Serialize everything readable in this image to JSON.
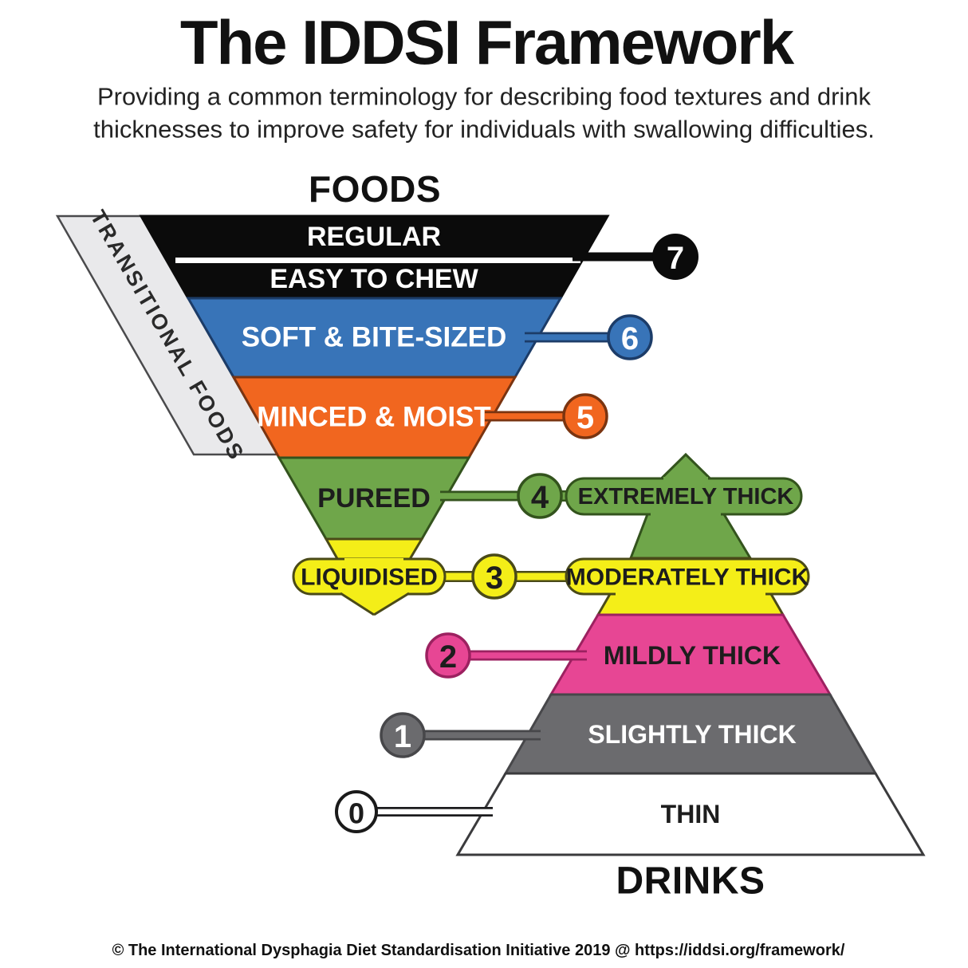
{
  "header": {
    "title": "The IDDSI Framework",
    "subtitle_line1": "Providing a common terminology for describing food textures and drink",
    "subtitle_line2": "thicknesses to improve safety for individuals with swallowing difficulties."
  },
  "foods": {
    "heading": "FOODS",
    "levels": [
      {
        "number": "7",
        "label": "REGULAR"
      },
      {
        "number": "7",
        "label": "EASY TO CHEW"
      },
      {
        "number": "6",
        "label": "SOFT & BITE-SIZED"
      },
      {
        "number": "5",
        "label": "MINCED & MOIST"
      },
      {
        "number": "4",
        "label": "PUREED"
      },
      {
        "number": "3",
        "label": "LIQUIDISED"
      }
    ]
  },
  "transitional": {
    "label": "TRANSITIONAL FOODS"
  },
  "drinks": {
    "heading": "DRINKS",
    "levels": [
      {
        "number": "4",
        "label": "EXTREMELY THICK"
      },
      {
        "number": "3",
        "label": "MODERATELY THICK"
      },
      {
        "number": "2",
        "label": "MILDLY THICK"
      },
      {
        "number": "1",
        "label": "SLIGHTLY THICK"
      },
      {
        "number": "0",
        "label": "THIN"
      }
    ]
  },
  "footer": {
    "text": "© The International Dysphagia Diet Standardisation Initiative 2019 @ https://iddsi.org/framework/"
  },
  "colors": {
    "level7_black": "#0b0b0b",
    "level6_blue": "#3874b8",
    "level5_orange": "#f1661f",
    "level4_green": "#6fa64a",
    "level3_yellow": "#f4ee18",
    "level2_pink": "#e74694",
    "level1_grey": "#6b6b6e",
    "level0_white": "#ffffff",
    "transitional_grey": "#e9e9eb",
    "outline": "#3b3b3d"
  }
}
